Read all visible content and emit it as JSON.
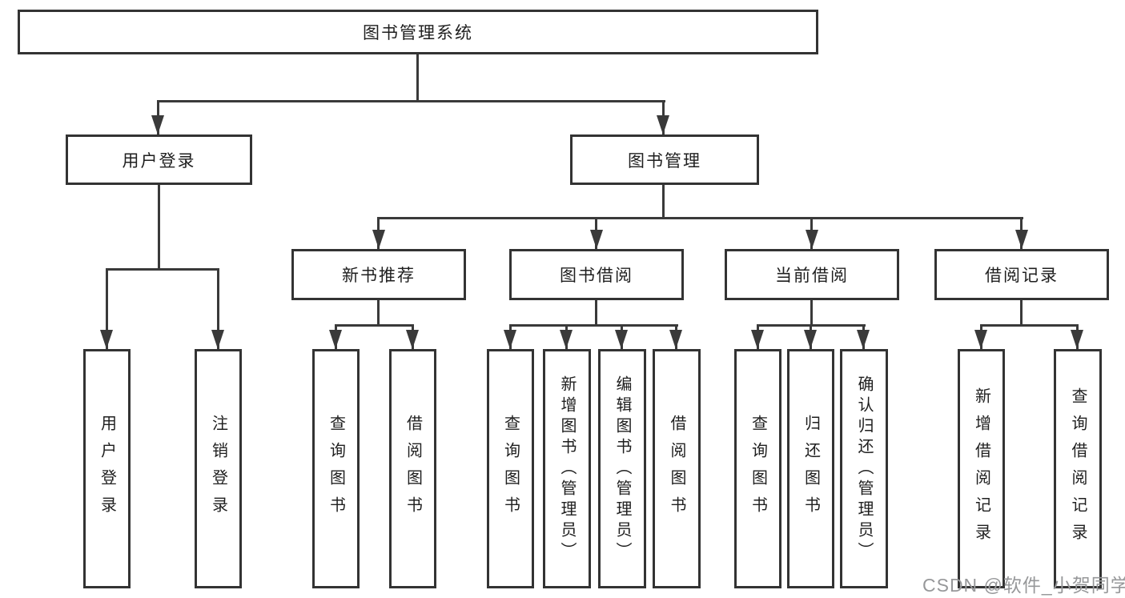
{
  "colors": {
    "background": "#ffffff",
    "box_border": "#333333",
    "connector": "#3a3a3a",
    "text": "#1f1f1f",
    "watermark": "#97989a"
  },
  "diagram": {
    "root": "图书管理系统",
    "branches": [
      {
        "label": "用户登录",
        "children": [
          "用户登录",
          "注销登录"
        ]
      },
      {
        "label": "图书管理",
        "children": [
          {
            "label": "新书推荐",
            "children": [
              "查询图书",
              "借阅图书"
            ]
          },
          {
            "label": "图书借阅",
            "children": [
              "查询图书",
              "新增图书（管理员）",
              "编辑图书（管理员）",
              "借阅图书"
            ]
          },
          {
            "label": "当前借阅",
            "children": [
              "查询图书",
              "归还图书",
              "确认归还（管理员）"
            ]
          },
          {
            "label": "借阅记录",
            "children": [
              "新增借阅记录",
              "查询借阅记录"
            ]
          }
        ]
      }
    ]
  },
  "watermark": {
    "text": "CSDN @软件_小贺同学"
  }
}
